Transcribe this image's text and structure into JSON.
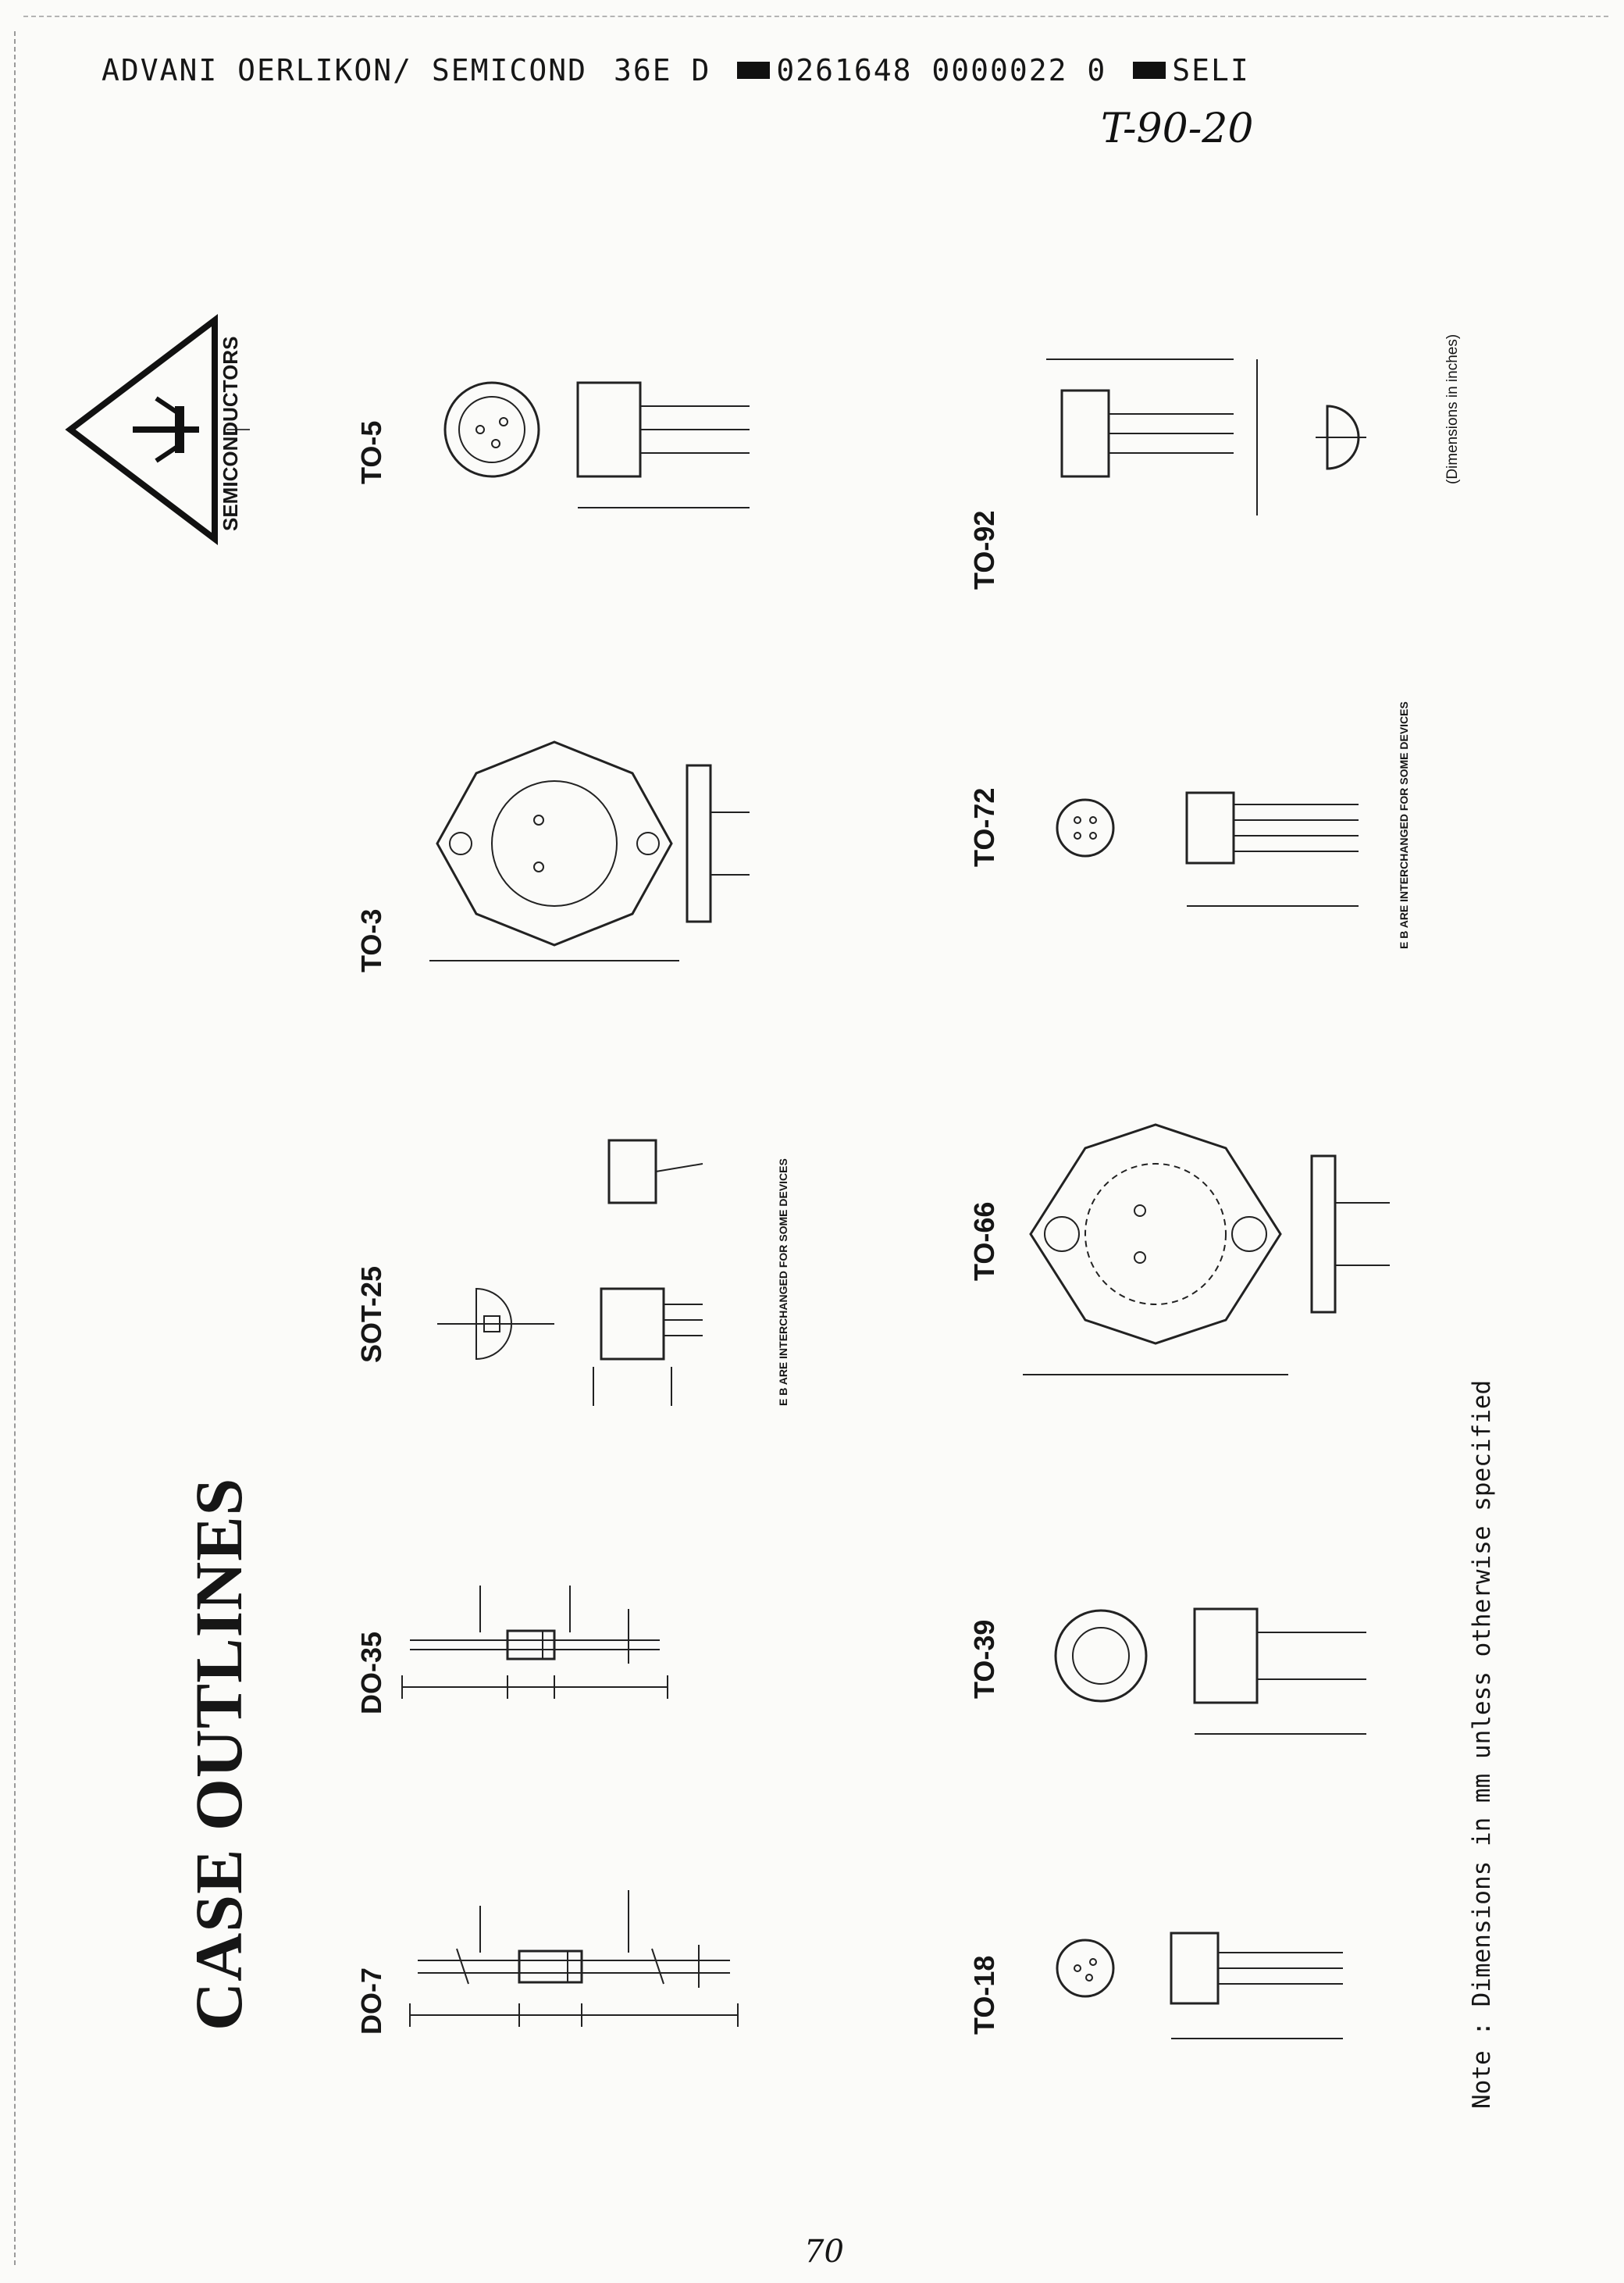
{
  "header": {
    "company": "ADVANI OERLIKON/ SEMICOND",
    "code1": "36E D",
    "code2": "0261648 0000022 0",
    "code3": "SELI"
  },
  "handwritten": "T-90-20",
  "logo": {
    "text": "SEMICONDUCTORS"
  },
  "title": "CASE OUTLINES",
  "packages": [
    {
      "label": "DO-7"
    },
    {
      "label": "DO-35"
    },
    {
      "label": "SOT-25"
    },
    {
      "label": "TO-3"
    },
    {
      "label": "TO-5"
    },
    {
      "label": "TO-18"
    },
    {
      "label": "TO-39"
    },
    {
      "label": "TO-66"
    },
    {
      "label": "TO-72"
    },
    {
      "label": "TO-92"
    }
  ],
  "annotations": {
    "sot25": "E B ARE INTERCHANGED FOR SOME DEVICES",
    "to72": "E B ARE INTERCHANGED FOR SOME DEVICES",
    "to92": "(Dimensions in inches)"
  },
  "note": "Note : Dimensions in mm unless otherwise specified",
  "page_number": "70"
}
